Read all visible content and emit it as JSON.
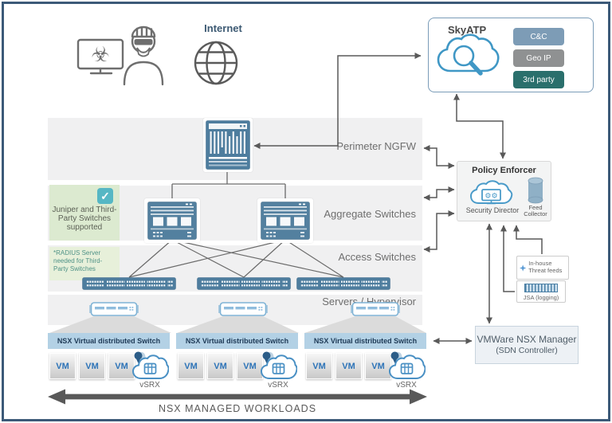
{
  "colors": {
    "frame": "#3c5a78",
    "band": "#f0f0f1",
    "green1": "#dcead0",
    "green2": "#e7f0da",
    "check": "#56b7c4",
    "banner": "#b3d1e5",
    "vm_text": "#2e74b8",
    "arrow": "#595959",
    "nsx_navy": "#1e3a56",
    "label_gray": "#6e6e6e",
    "note2_text": "#4f9286",
    "internet_text": "#3d5a73",
    "device_blue": "#4e7d9e",
    "cloud_blue": "#3f97c5"
  },
  "internet": {
    "label": "Internet"
  },
  "skyatp": {
    "title": "SkyATP",
    "feeds": [
      {
        "label": "C&C",
        "color": "#7d9cb6"
      },
      {
        "label": "Geo IP",
        "color": "#8f9192"
      },
      {
        "label": "3rd party",
        "color": "#2a6f6c"
      }
    ]
  },
  "bands": [
    {
      "label": "Perimeter NGFW"
    },
    {
      "label": "Aggregate Switches"
    },
    {
      "label": "Access Switches"
    },
    {
      "label": "Servers / Hypervisor"
    }
  ],
  "note": {
    "supported": "Juniper and Third-Party Switches supported",
    "radius": "*RADIUS Server needed for Third-Party Switches"
  },
  "policy_enforcer": {
    "title": "Policy Enforcer",
    "security_director": "Security Director",
    "feed_collector": "Feed Collector"
  },
  "threat_feeds": {
    "inhouse": "In-house Threat feeds",
    "jsa": "JSA (logging)"
  },
  "vmware": {
    "name": "VMWare NSX Manager",
    "subtitle": "(SDN Controller)"
  },
  "nsx": {
    "switch_label": "NSX Virtual distributed Switch",
    "vm_label": "VM",
    "vsrx_label": "vSRX",
    "workloads_label": "NSX MANAGED WORKLOADS"
  }
}
